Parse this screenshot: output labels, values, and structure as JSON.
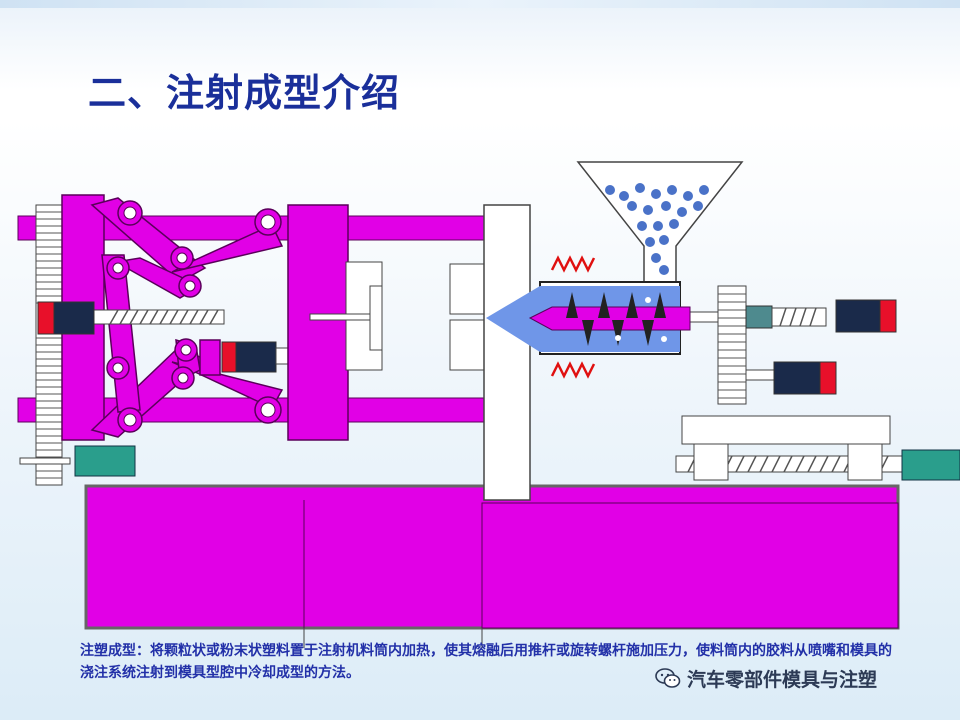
{
  "slide": {
    "title": "二、注射成型介绍",
    "caption": "注塑成型：将颗粒状或粉末状塑料置于注射机料筒内加热，使其熔融后用推杆或旋转螺杆施加压力，使料筒内的胶料从喷嘴和模具的浇注系统注射到模具型腔中冷却成型的方法。",
    "watermark": "汽车零部件模具与注塑"
  },
  "colors": {
    "machine": "#e100e6",
    "machine_stroke": "#5a005a",
    "title": "#1a2f9a",
    "caption": "#2230a8",
    "cylinder": "#6f96e8",
    "heater": "#e01010",
    "pellet": "#4a72c8",
    "actuator_dark": "#1a2a4a",
    "actuator_red": "#e8102a",
    "motor_teal": "#2a9e8c"
  },
  "icons": [
    "wechat-icon"
  ]
}
